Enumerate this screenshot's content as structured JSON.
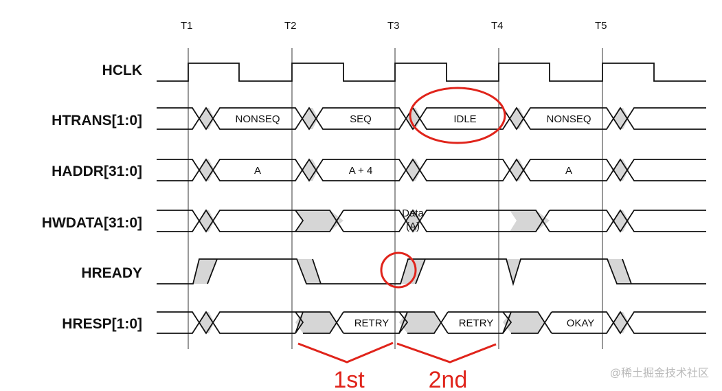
{
  "time_markers": [
    "T1",
    "T2",
    "T3",
    "T4",
    "T5"
  ],
  "signals": {
    "hclk": "HCLK",
    "htrans": "HTRANS[1:0]",
    "haddr": "HADDR[31:0]",
    "hwdata": "HWDATA[31:0]",
    "hready": "HREADY",
    "hresp": "HRESP[1:0]"
  },
  "values": {
    "htrans": [
      "NONSEQ",
      "SEQ",
      "IDLE",
      "NONSEQ"
    ],
    "haddr": [
      "A",
      "A + 4",
      "A"
    ],
    "hwdata": [
      "Data",
      "(A)"
    ],
    "hresp": [
      "RETRY",
      "RETRY",
      "OKAY"
    ]
  },
  "annotations": {
    "first": "1st",
    "second": "2nd",
    "color": "#e0241b"
  },
  "watermark": "@稀土掘金技术社区"
}
